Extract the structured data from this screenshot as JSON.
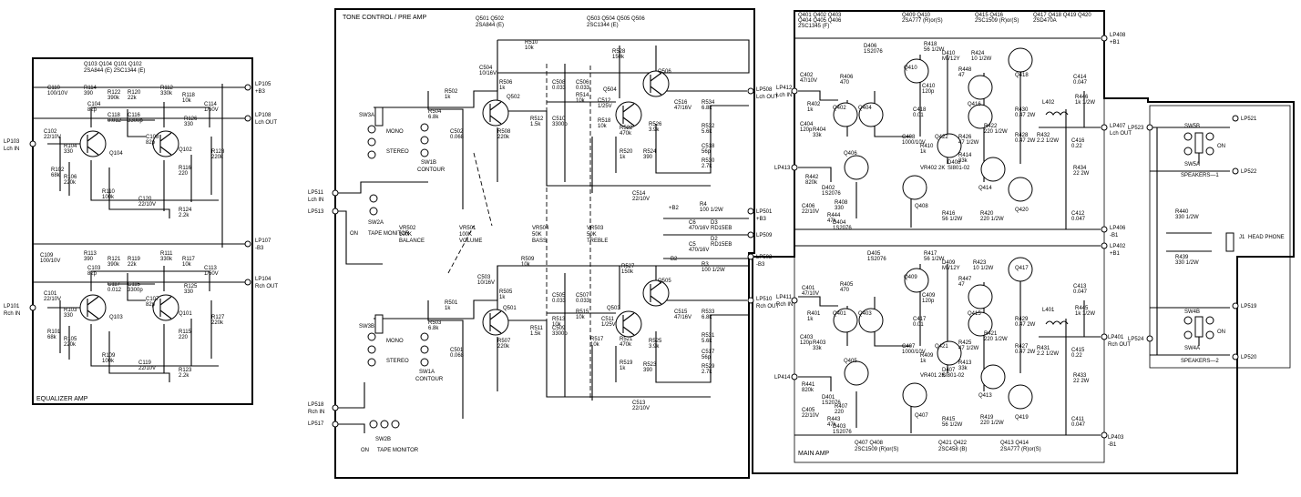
{
  "sections": {
    "equalizer": "EQUALIZER  AMP",
    "tone": "TONE  CONTROL / PRE  AMP",
    "main": "MAIN  AMP"
  },
  "transistor_types": {
    "eq": [
      "Q103   Q104       Q101   Q102",
      "2SA844 (E)        2SC1344 (E)"
    ],
    "pre_a": [
      "Q501   Q502",
      "2SA844 (E)"
    ],
    "pre_b": [
      "Q503  Q504  Q505  Q506",
      "2SC1344 (E)"
    ],
    "main_top_a": [
      "Q401   Q402   Q403",
      "Q404   Q405   Q406",
      "2SC1345 (F)"
    ],
    "main_top_b": [
      "Q409   Q410",
      "2SA777 (R)or(S)"
    ],
    "main_top_c": [
      "Q415   Q416",
      "2SC1509 (R)or(S)"
    ],
    "main_top_d": [
      "Q417   Q418   Q419   Q420",
      "2SD470A"
    ],
    "main_bottom_a": [
      "Q407   Q408",
      "2SC1509 (R)or(S)"
    ],
    "main_bottom_b": [
      "Q421   Q422",
      "2SC458 (B)"
    ],
    "main_bottom_c": [
      "Q413   Q414",
      "2SA777 (R)or(S)"
    ]
  },
  "terminals": {
    "lp103": "LP103",
    "lch_in": "Lch  IN",
    "lp101": "LP101",
    "rch_in": "Rch  IN",
    "lp105": "LP105",
    "b3": "+B3",
    "lp108": "LP108",
    "lch_out": "Lch  OUT",
    "lp107": "LP107",
    "b3n": "-B3",
    "lp104": "LP104",
    "rch_out": "Rch  OUT",
    "lp511": "LP511",
    "lp511_lbl": "Lch  IN",
    "lp513": "LP513",
    "lp518": "LP518",
    "lp518_lbl": "Rch  IN",
    "lp517": "LP517",
    "lp508": "LP508",
    "lp508_lbl": "Lch OUT",
    "lp510": "LP510",
    "lp510_lbl": "Rch OUT",
    "lp501": "LP501",
    "lp501_lbl": "+B3",
    "lp509": "LP509",
    "lp502": "LP502",
    "lp502_lbl": "-B3",
    "lp412": "LP412",
    "lp412_lbl": "Lch IN",
    "lp411": "LP411",
    "lp411_lbl": "Rch IN",
    "lp413": "LP413",
    "lp414": "LP414",
    "lp408": "LP408",
    "lp408_lbl": "+B1",
    "lp407": "LP407",
    "lp407_lbl": "Lch OUT",
    "lp406": "LP406",
    "lp406_lbl": "-B1",
    "lp402": "LP402",
    "lp402_lbl": "+B1",
    "lp401": "LP401",
    "lp401_lbl": "Rch OUT",
    "lp403": "LP403",
    "lp403_lbl": "-B1",
    "lp521": "LP521",
    "lp523": "LP523",
    "lp522": "LP522",
    "lp519": "LP519",
    "lp524": "LP524",
    "lp520": "LP520"
  },
  "switches": {
    "sw3a": "SW3A",
    "sw3b": "SW3B",
    "mono": "MONO",
    "stereo": "STEREO",
    "sw1b": "SW1B",
    "sw1a": "SW1A",
    "contour": "CONTOUR",
    "sw2a": "SW2A",
    "sw2b": "SW2B",
    "on": "ON",
    "tape_monitor": "TAPE MONITOR",
    "sw5b": "SW5B",
    "sw5a": "SW5A",
    "speakers1": "SPEAKERS—1",
    "sw4b": "SW4B",
    "sw4a": "SW4A",
    "speakers2": "SPEAKERS—2",
    "j1": "J1",
    "headphone": "HEAD PHONE"
  },
  "pots": {
    "vr502": [
      "VR502",
      "100K",
      "BALANCE"
    ],
    "vr501": [
      "VR501",
      "100K",
      "VOLUME"
    ],
    "vr504": [
      "VR504",
      "50K",
      "BASS"
    ],
    "vr503": [
      "VR503",
      "50K",
      "TREBLE"
    ],
    "vr402": "VR402 2K",
    "vr401": "VR401 2K"
  },
  "labels": {
    "eq_top": [
      {
        "t": "C110 100/10V"
      },
      {
        "t": "R114 390"
      },
      {
        "t": "R122 390k"
      },
      {
        "t": "R120 22k"
      },
      {
        "t": "R112 330k"
      },
      {
        "t": "R118 10k"
      },
      {
        "t": "C114 1/50V"
      },
      {
        "t": "C104 82p"
      },
      {
        "t": "C118 0.012"
      },
      {
        "t": "C116 3300p"
      },
      {
        "t": "R126 330"
      },
      {
        "t": "C102 22/10V"
      },
      {
        "t": "R104 330"
      },
      {
        "t": "Q104"
      },
      {
        "t": "C108 82p"
      },
      {
        "t": "Q102"
      },
      {
        "t": "R102 68k"
      },
      {
        "t": "R106 220k"
      },
      {
        "t": "R116 220"
      },
      {
        "t": "R128 220k"
      },
      {
        "t": "R110 100k"
      },
      {
        "t": "C120 22/10V"
      },
      {
        "t": "R124 2.2k"
      }
    ],
    "eq_bot": [
      {
        "t": "C109 100/10V"
      },
      {
        "t": "R113 390"
      },
      {
        "t": "R121 390k"
      },
      {
        "t": "R119 22k"
      },
      {
        "t": "R111 330k"
      },
      {
        "t": "R117 10k"
      },
      {
        "t": "C113 1/50V"
      },
      {
        "t": "C103 82p"
      },
      {
        "t": "C117 0.012"
      },
      {
        "t": "C115 3300p"
      },
      {
        "t": "R125 330"
      },
      {
        "t": "C101 22/10V"
      },
      {
        "t": "R103 330"
      },
      {
        "t": "Q103"
      },
      {
        "t": "C107 82p"
      },
      {
        "t": "Q101"
      },
      {
        "t": "R101 68k"
      },
      {
        "t": "R105 220k"
      },
      {
        "t": "R115 220"
      },
      {
        "t": "R127 220k"
      },
      {
        "t": "R109 100k"
      },
      {
        "t": "C119 22/10V"
      },
      {
        "t": "R123 2.2k"
      }
    ],
    "pre_top": [
      {
        "t": "R510 10k"
      },
      {
        "t": "C504 10/16V"
      },
      {
        "t": "R502 1k"
      },
      {
        "t": "R506 1k"
      },
      {
        "t": "R504 6.8k"
      },
      {
        "t": "C502 0.068"
      },
      {
        "t": "Q502"
      },
      {
        "t": "R508 220k"
      },
      {
        "t": "R512 1.5k"
      },
      {
        "t": "C508 0.033"
      },
      {
        "t": "C510 3300p"
      },
      {
        "t": "C506 0.033"
      },
      {
        "t": "R514 10k"
      },
      {
        "t": "C512 1/25V"
      },
      {
        "t": "R518 10k"
      },
      {
        "t": "Q504"
      },
      {
        "t": "R528 150k"
      },
      {
        "t": "R522 470k"
      },
      {
        "t": "R520 1k"
      },
      {
        "t": "R524 390"
      },
      {
        "t": "R526 3.9k"
      },
      {
        "t": "Q506"
      },
      {
        "t": "C516 47/16V"
      },
      {
        "t": "R534 6.8k"
      },
      {
        "t": "R532 5.6k"
      },
      {
        "t": "C518 56p"
      },
      {
        "t": "R530 2.7k"
      },
      {
        "t": "C514 22/10V"
      }
    ],
    "pre_bot": [
      {
        "t": "R509 10k"
      },
      {
        "t": "C503 10/16V"
      },
      {
        "t": "R501 1k"
      },
      {
        "t": "R505 1k"
      },
      {
        "t": "R503 6.8k"
      },
      {
        "t": "C501 0.068"
      },
      {
        "t": "Q501"
      },
      {
        "t": "R507 220k"
      },
      {
        "t": "R511 1.5k"
      },
      {
        "t": "C505 0.033"
      },
      {
        "t": "C509 3300p"
      },
      {
        "t": "C507 0.033"
      },
      {
        "t": "R513 10k"
      },
      {
        "t": "R515 10k"
      },
      {
        "t": "C511 1/25V"
      },
      {
        "t": "R517 10k"
      },
      {
        "t": "Q503"
      },
      {
        "t": "R527 150k"
      },
      {
        "t": "R521 470k"
      },
      {
        "t": "R519 1k"
      },
      {
        "t": "R523 390"
      },
      {
        "t": "R525 3.9k"
      },
      {
        "t": "Q505"
      },
      {
        "t": "C515 47/16V"
      },
      {
        "t": "R533 6.8k"
      },
      {
        "t": "R531 5.6k"
      },
      {
        "t": "C517 56p"
      },
      {
        "t": "R529 2.7k"
      },
      {
        "t": "C513 22/10V"
      }
    ],
    "supply": [
      {
        "t": "+B2"
      },
      {
        "t": "R4 100 1/2W"
      },
      {
        "t": "C6 470/16V"
      },
      {
        "t": "D3 RD15EB"
      },
      {
        "t": "C5 470/16V"
      },
      {
        "t": "D2 RD15EB"
      },
      {
        "t": "-B2"
      },
      {
        "t": "R3 100 1/2W"
      }
    ],
    "main_top": [
      {
        "t": "R406 470"
      },
      {
        "t": "D406 1S2076"
      },
      {
        "t": "R418 56 1/2W"
      },
      {
        "t": "D410 MV12Y"
      },
      {
        "t": "R424 10 1/2W"
      },
      {
        "t": "Q418"
      },
      {
        "t": "C402 47/10V"
      },
      {
        "t": "Q410"
      },
      {
        "t": "R448 47"
      },
      {
        "t": "Q416"
      },
      {
        "t": "C410 120p"
      },
      {
        "t": "Q402"
      },
      {
        "t": "Q404"
      },
      {
        "t": "C418 0.01"
      },
      {
        "t": "R422 220 1/2W"
      },
      {
        "t": "R430 0.47 2W"
      },
      {
        "t": "L402"
      },
      {
        "t": "R446 1k 1/2W"
      },
      {
        "t": "C414 0.047"
      },
      {
        "t": "R402 1k"
      },
      {
        "t": "C404 120p"
      },
      {
        "t": "R404 33k"
      },
      {
        "t": "C408 1000/10V"
      },
      {
        "t": "Q422"
      },
      {
        "t": "R426 47 1/2W"
      },
      {
        "t": "R428 0.47 2W"
      },
      {
        "t": "R432 2.2 1/2W"
      },
      {
        "t": "C416 0.22"
      },
      {
        "t": "R414 33k"
      },
      {
        "t": "R410 1k"
      },
      {
        "t": "D408 SI801-02"
      },
      {
        "t": "Q406"
      },
      {
        "t": "Q414"
      },
      {
        "t": "R442 820k"
      },
      {
        "t": "D402 1S2076"
      },
      {
        "t": "Q408"
      },
      {
        "t": "R434 22 2W"
      },
      {
        "t": "R408 330"
      },
      {
        "t": "C406 22/10V"
      },
      {
        "t": "R444 47k"
      },
      {
        "t": "D404 1S2076"
      },
      {
        "t": "R416 56 1/2W"
      },
      {
        "t": "R420 220 1/2W"
      },
      {
        "t": "Q420"
      },
      {
        "t": "C412 0.047"
      }
    ],
    "main_bot": [
      {
        "t": "R405 470"
      },
      {
        "t": "D405 1S2076"
      },
      {
        "t": "R417 56 1/2W"
      },
      {
        "t": "D409 MV12Y"
      },
      {
        "t": "R423 10 1/2W"
      },
      {
        "t": "Q417"
      },
      {
        "t": "C401 47/10V"
      },
      {
        "t": "Q409"
      },
      {
        "t": "R447 47"
      },
      {
        "t": "Q415"
      },
      {
        "t": "C409 120p"
      },
      {
        "t": "Q401"
      },
      {
        "t": "Q403"
      },
      {
        "t": "C417 0.01"
      },
      {
        "t": "R421 220 1/2W"
      },
      {
        "t": "R429 0.47 2W"
      },
      {
        "t": "L401"
      },
      {
        "t": "R445 1k 1/2W"
      },
      {
        "t": "C413 0.047"
      },
      {
        "t": "R401 1k"
      },
      {
        "t": "C403 120p"
      },
      {
        "t": "R403 33k"
      },
      {
        "t": "C407 1000/10V"
      },
      {
        "t": "Q421"
      },
      {
        "t": "R425 47 1/2W"
      },
      {
        "t": "R427 0.47 2W"
      },
      {
        "t": "R431 2.2 1/2W"
      },
      {
        "t": "C415 0.22"
      },
      {
        "t": "R413 33k"
      },
      {
        "t": "R409 1k"
      },
      {
        "t": "D407 SI801-02"
      },
      {
        "t": "Q405"
      },
      {
        "t": "Q413"
      },
      {
        "t": "R441 820k"
      },
      {
        "t": "D401 1S2076"
      },
      {
        "t": "Q407"
      },
      {
        "t": "R433 22 2W"
      },
      {
        "t": "R407 220"
      },
      {
        "t": "C405 22/10V"
      },
      {
        "t": "R443 47k"
      },
      {
        "t": "D403 1S2076"
      },
      {
        "t": "R415 56 1/2W"
      },
      {
        "t": "R419 220 1/2W"
      },
      {
        "t": "Q419"
      },
      {
        "t": "C411 0.047"
      }
    ],
    "output": [
      {
        "t": "R440 330 1/2W"
      },
      {
        "t": "R439 330 1/2W"
      }
    ]
  }
}
